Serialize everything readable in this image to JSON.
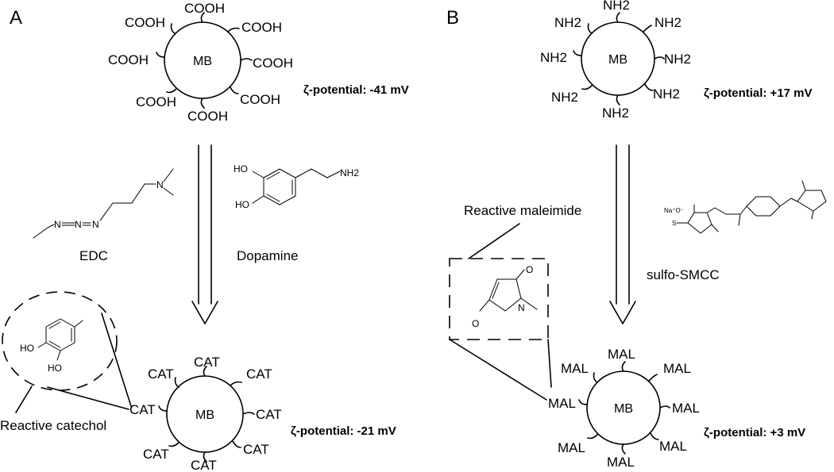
{
  "panels": {
    "a": "A",
    "b": "B"
  },
  "bead_label": "MB",
  "groups": {
    "cooh": "COOH",
    "nh2": "NH2",
    "cat": "CAT",
    "mal": "MAL"
  },
  "zeta": {
    "a_top": "ζ-potential: -41 mV",
    "a_bottom": "ζ-potential: -21 mV",
    "b_top": "ζ-potential: +17 mV",
    "b_bottom": "ζ-potential: +3 mV"
  },
  "reagents": {
    "edc": "EDC",
    "dopamine": "Dopamine",
    "sulfo_smcc": "sulfo-SMCC"
  },
  "callouts": {
    "catechol": "Reactive catechol",
    "maleimide": "Reactive maleimide"
  },
  "atoms": {
    "n": "N",
    "o": "O",
    "ho": "HO",
    "nh2_formula": "NH2",
    "h2_sub": "2",
    "na": "Na⁺O⁻",
    "s": "S",
    "o2": "O"
  }
}
